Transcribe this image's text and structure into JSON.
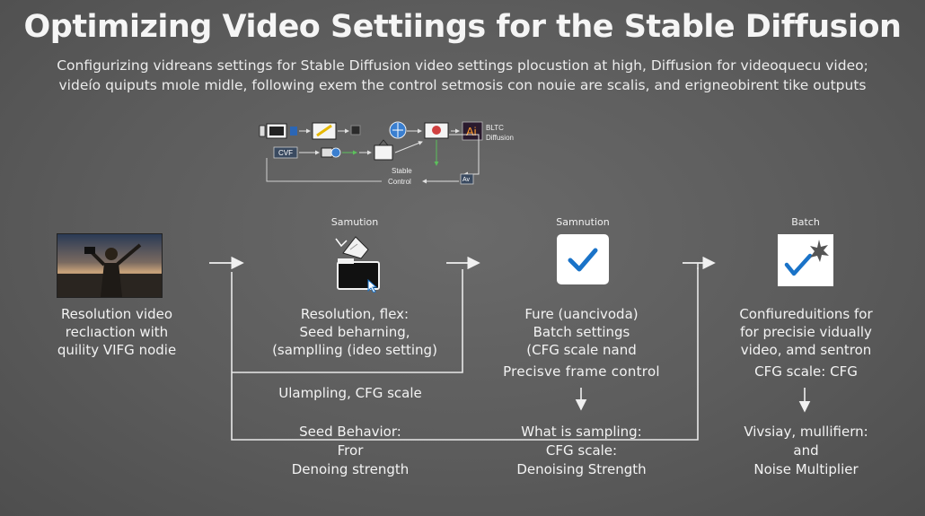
{
  "title": "Optimizing Video Settiings for the Stable Diffusion",
  "subtitle": [
    "Configurizing vidreans settings for Stable Diffusion video settings plocustion at high, Diffusion for videoquecu video;",
    "videío quiputs mıole midle, following exem the control setmosis con nouie are scalis, and erigneobirent tike outputs"
  ],
  "mini_diagram": {
    "node_cvf": "CVF",
    "node_ai": "Ai",
    "node_bltc": "BLTC",
    "node_diffusion": "Diffusion",
    "node_stable": "Stable",
    "node_control": "Control",
    "node_av": "Av"
  },
  "columns": [
    {
      "header": "",
      "icon": "photo-thumbnail",
      "lines": [
        "Resolution video",
        "reclıaction with",
        "quility VIFG nodie"
      ]
    },
    {
      "header": "Samution",
      "icon": "folder-cursor-icon",
      "lines": [
        "Resolution, flex:",
        "Seed beharning,",
        "(samplling (ideo setting)"
      ]
    },
    {
      "header": "Samnution",
      "icon": "checkmark-icon",
      "lines": [
        "Fure (uancivoda)",
        "Batch settings",
        "(CFG scale nand"
      ]
    },
    {
      "header": "Batch",
      "icon": "check-burst-icon",
      "lines": [
        "Confiureduitions for",
        "for precisie vidually",
        "video, amd sentron"
      ]
    }
  ],
  "secondary": {
    "col2": "Ulampling, CFG scale",
    "col3": "Precisve  frame  control",
    "col4": "CFG  scale:  CFG"
  },
  "bottom": {
    "col2": [
      "Seed Behavior:",
      "Fror",
      "Denoing strength"
    ],
    "col3": [
      "What is sampling:",
      "CFG scale:",
      "Denoising Strength"
    ],
    "col4": [
      "Vivsiay, mullifiern:",
      "and",
      "Noise Multiplier"
    ]
  },
  "colors": {
    "background": "#5f5f5f",
    "accent_blue": "#1a73c8",
    "text": "#f2f2f2"
  }
}
